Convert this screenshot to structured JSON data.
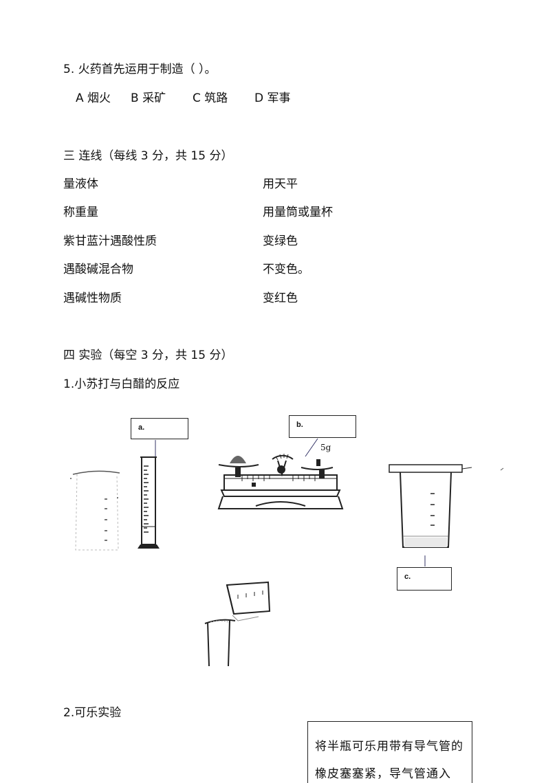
{
  "q5": {
    "question": "5. 火药首先运用于制造（          ）。",
    "options": [
      "A 烟火",
      "B 采矿",
      "C 筑路",
      "D 军事"
    ]
  },
  "section3": {
    "title": "三  连线（每线 3 分，共 15 分）",
    "left": [
      "量液体",
      "称重量",
      "紫甘蓝汁遇酸性质",
      "遇酸碱混合物",
      "遇碱性物质"
    ],
    "right": [
      "用天平",
      "用量筒或量杯",
      "变绿色",
      "不变色。",
      "变红色"
    ]
  },
  "section4": {
    "title": "四  实验（每空 3 分，共 15 分）",
    "exp1": "1.小苏打与白醋的反应",
    "labels": {
      "a": "a.",
      "b": "b.",
      "c": "c."
    },
    "balance_mark": "5g",
    "exp2": "2.可乐实验",
    "note": "将半瓶可乐用带有导气管的橡皮塞塞紧，导气管通入"
  }
}
